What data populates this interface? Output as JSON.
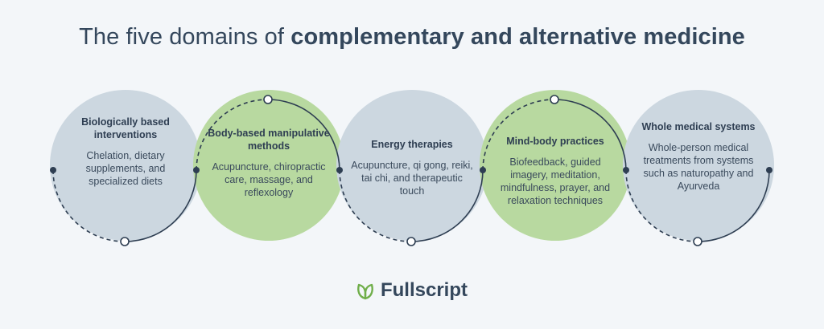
{
  "title": {
    "prefix": "The five domains of ",
    "bold": "complementary and alternative medicine"
  },
  "domains": [
    {
      "title": "Biologically based interventions",
      "description": "Chelation, dietary supplements, and specialized diets",
      "color": "#ccd7e0"
    },
    {
      "title": "Body-based manipulative methods",
      "description": "Acupuncture, chiropractic care, massage, and reflexology",
      "color": "#b8d9a0"
    },
    {
      "title": "Energy therapies",
      "description": "Acupuncture, qi gong, reiki, tai chi, and therapeutic touch",
      "color": "#ccd7e0"
    },
    {
      "title": "Mind-body practices",
      "description": "Biofeedback, guided imagery, meditation, mindfulness, prayer, and relaxation techniques",
      "color": "#b8d9a0"
    },
    {
      "title": "Whole medical systems",
      "description": "Whole-person medical treatments from systems such as naturopathy and Ayurveda",
      "color": "#ccd7e0"
    }
  ],
  "brand": {
    "name": "Fullscript",
    "logo_icon": "leaf-logo-icon",
    "accent": "#6fae4a"
  },
  "line_color": "#2e3e52"
}
